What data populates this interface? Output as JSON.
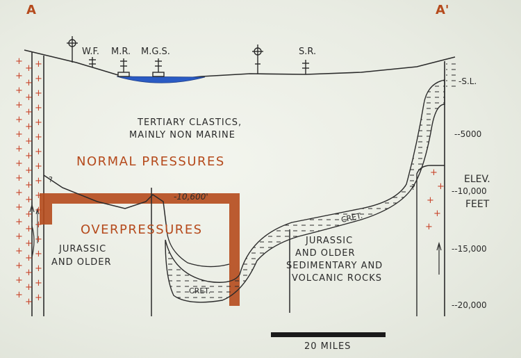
{
  "corner_left": "A",
  "corner_right": "A'",
  "wells": {
    "wf": "W.F.",
    "mr": "M.R.",
    "mgs": "M.G.S.",
    "sr": "S.R."
  },
  "tertiary": {
    "line1": "TERTIARY CLASTICS,",
    "line2": "MAINLY NON MARINE"
  },
  "normal_pressures": "NORMAL PRESSURES",
  "overpressures": "OVERPRESSURES",
  "depth_10600": "10,600'",
  "jurassic_left": {
    "line1": "JURASSIC",
    "line2": "AND OLDER"
  },
  "jurassic_right": {
    "line1": "JURASSIC",
    "line2": "AND OLDER",
    "line3": "SEDIMENTARY AND",
    "line4": "VOLCANIC ROCKS"
  },
  "cret_labels": {
    "left": "CRET.",
    "right": "CRET."
  },
  "question_marks": {
    "left": "?",
    "right": "?"
  },
  "scale": {
    "sl": "S.L.",
    "d5000": "5000",
    "d10000": "10,000",
    "d15000": "15,000",
    "d20000": "20,000",
    "elev": "ELEV.",
    "feet": "FEET"
  },
  "scale_bar_label": "20 MILES",
  "colors": {
    "overpressure": "#b54a1c",
    "water": "#2a5bc4",
    "ink": "#2a2a2a",
    "granite": "#c8442a"
  }
}
